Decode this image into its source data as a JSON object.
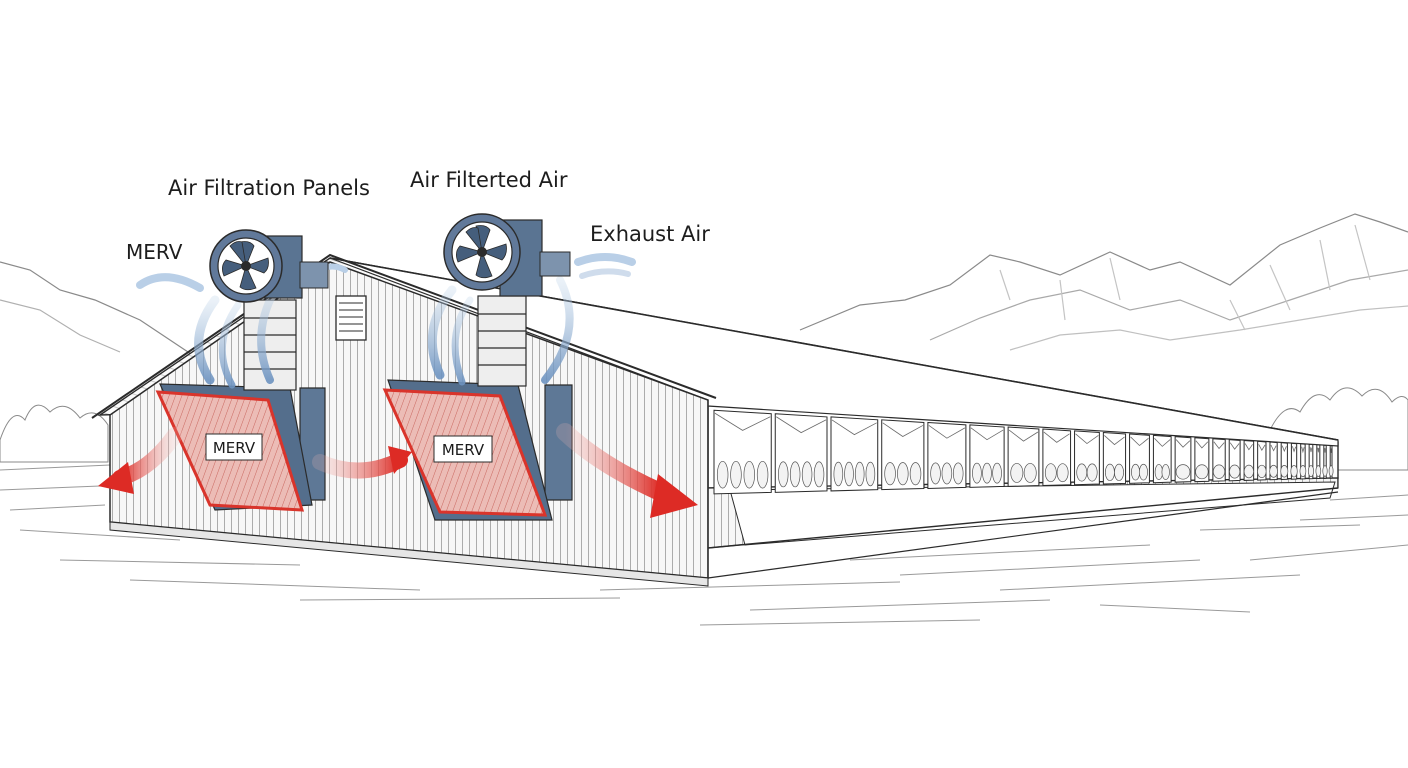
{
  "labels": {
    "air_filtration_panels": "Air Filtration Panels",
    "air_filtered_air": "Air Filterted Air",
    "exhaust_air": "Exhaust Air",
    "merv_top": "MERV",
    "merv_panel_left": "MERV",
    "merv_panel_right": "MERV"
  },
  "colors": {
    "line": "#2b2b2b",
    "filter_red": "#d9342b",
    "filter_fill": "#e9b3ad",
    "fan_blue": "#56708f",
    "airflow_blue": "#8fb0d3",
    "background": "#ffffff"
  },
  "icons": {
    "fan_left": "exhaust-fan-icon",
    "fan_right": "exhaust-fan-icon"
  }
}
